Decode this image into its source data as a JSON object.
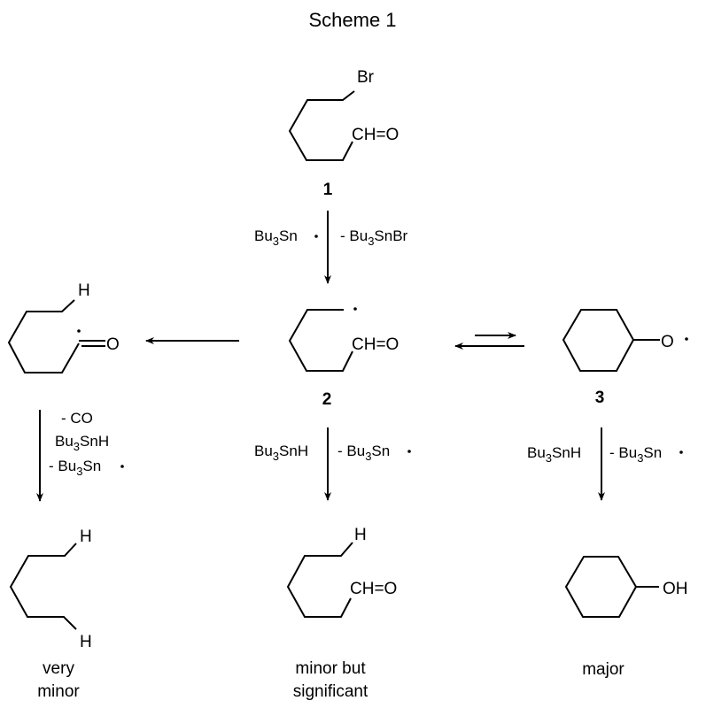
{
  "title": "Scheme 1",
  "compounds": {
    "c1": {
      "label": "1",
      "top_group": "Br",
      "right_group": "CH=O"
    },
    "c2": {
      "label": "2",
      "right_group": "CH=O",
      "radical": "·"
    },
    "c3": {
      "label": "3",
      "right_group": "O",
      "radical": "·"
    },
    "acyl": {
      "top_group": "H",
      "right_group": "O",
      "radical": "·"
    },
    "p_left": {
      "top_group": "H",
      "bottom_group": "H",
      "caption_lines": [
        "very",
        "minor"
      ]
    },
    "p_mid": {
      "top_group": "H",
      "right_group": "CH=O",
      "caption_lines": [
        "minor but",
        "significant"
      ]
    },
    "p_right": {
      "right_group": "OH",
      "caption_lines": [
        "major"
      ]
    }
  },
  "arrows": {
    "step1": {
      "left_base": "Bu",
      "left_sub": "3",
      "left_rest": "Sn",
      "left_dot": "·",
      "right_prefix": "- Bu",
      "right_sub": "3",
      "right_rest": "SnBr"
    },
    "mid_down": {
      "left_base": "Bu",
      "left_sub": "3",
      "left_rest": "SnH",
      "right_prefix": "- Bu",
      "right_sub": "3",
      "right_rest": "Sn",
      "right_dot": "·"
    },
    "right_down": {
      "left_base": "Bu",
      "left_sub": "3",
      "left_rest": "SnH",
      "right_prefix": "- Bu",
      "right_sub": "3",
      "right_rest": "Sn",
      "right_dot": "·"
    },
    "left_down": {
      "line1": "- CO",
      "line2_base": "Bu",
      "line2_sub": "3",
      "line2_rest": "SnH",
      "line3_prefix": "- Bu",
      "line3_sub": "3",
      "line3_rest": "Sn",
      "line3_dot": "·"
    }
  }
}
